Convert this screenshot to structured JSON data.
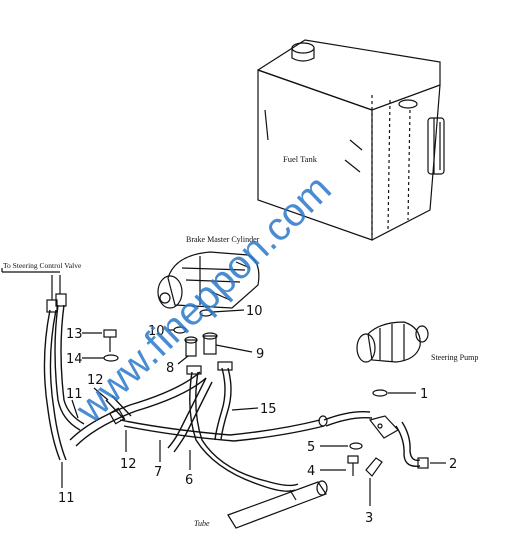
{
  "labels": {
    "fuel_tank": "Fuel Tank",
    "brake_master_cylinder": "Brake Master Cylinder",
    "steering_control_valve": "To Steering Control Valve",
    "steering_pump": "Steering Pump",
    "tube": "Tube"
  },
  "callouts": {
    "c1": "1",
    "c2": "2",
    "c3": "3",
    "c4": "4",
    "c5": "5",
    "c6": "6",
    "c7": "7",
    "c8": "8",
    "c9": "9",
    "c10a": "10",
    "c10b": "10",
    "c11a": "11",
    "c11b": "11",
    "c12a": "12",
    "c12b": "12",
    "c13": "13",
    "c14": "14",
    "c15": "15"
  },
  "watermark": "www.fineppon.com",
  "colors": {
    "ink": "#111111",
    "watermark": "#2a79c9"
  }
}
